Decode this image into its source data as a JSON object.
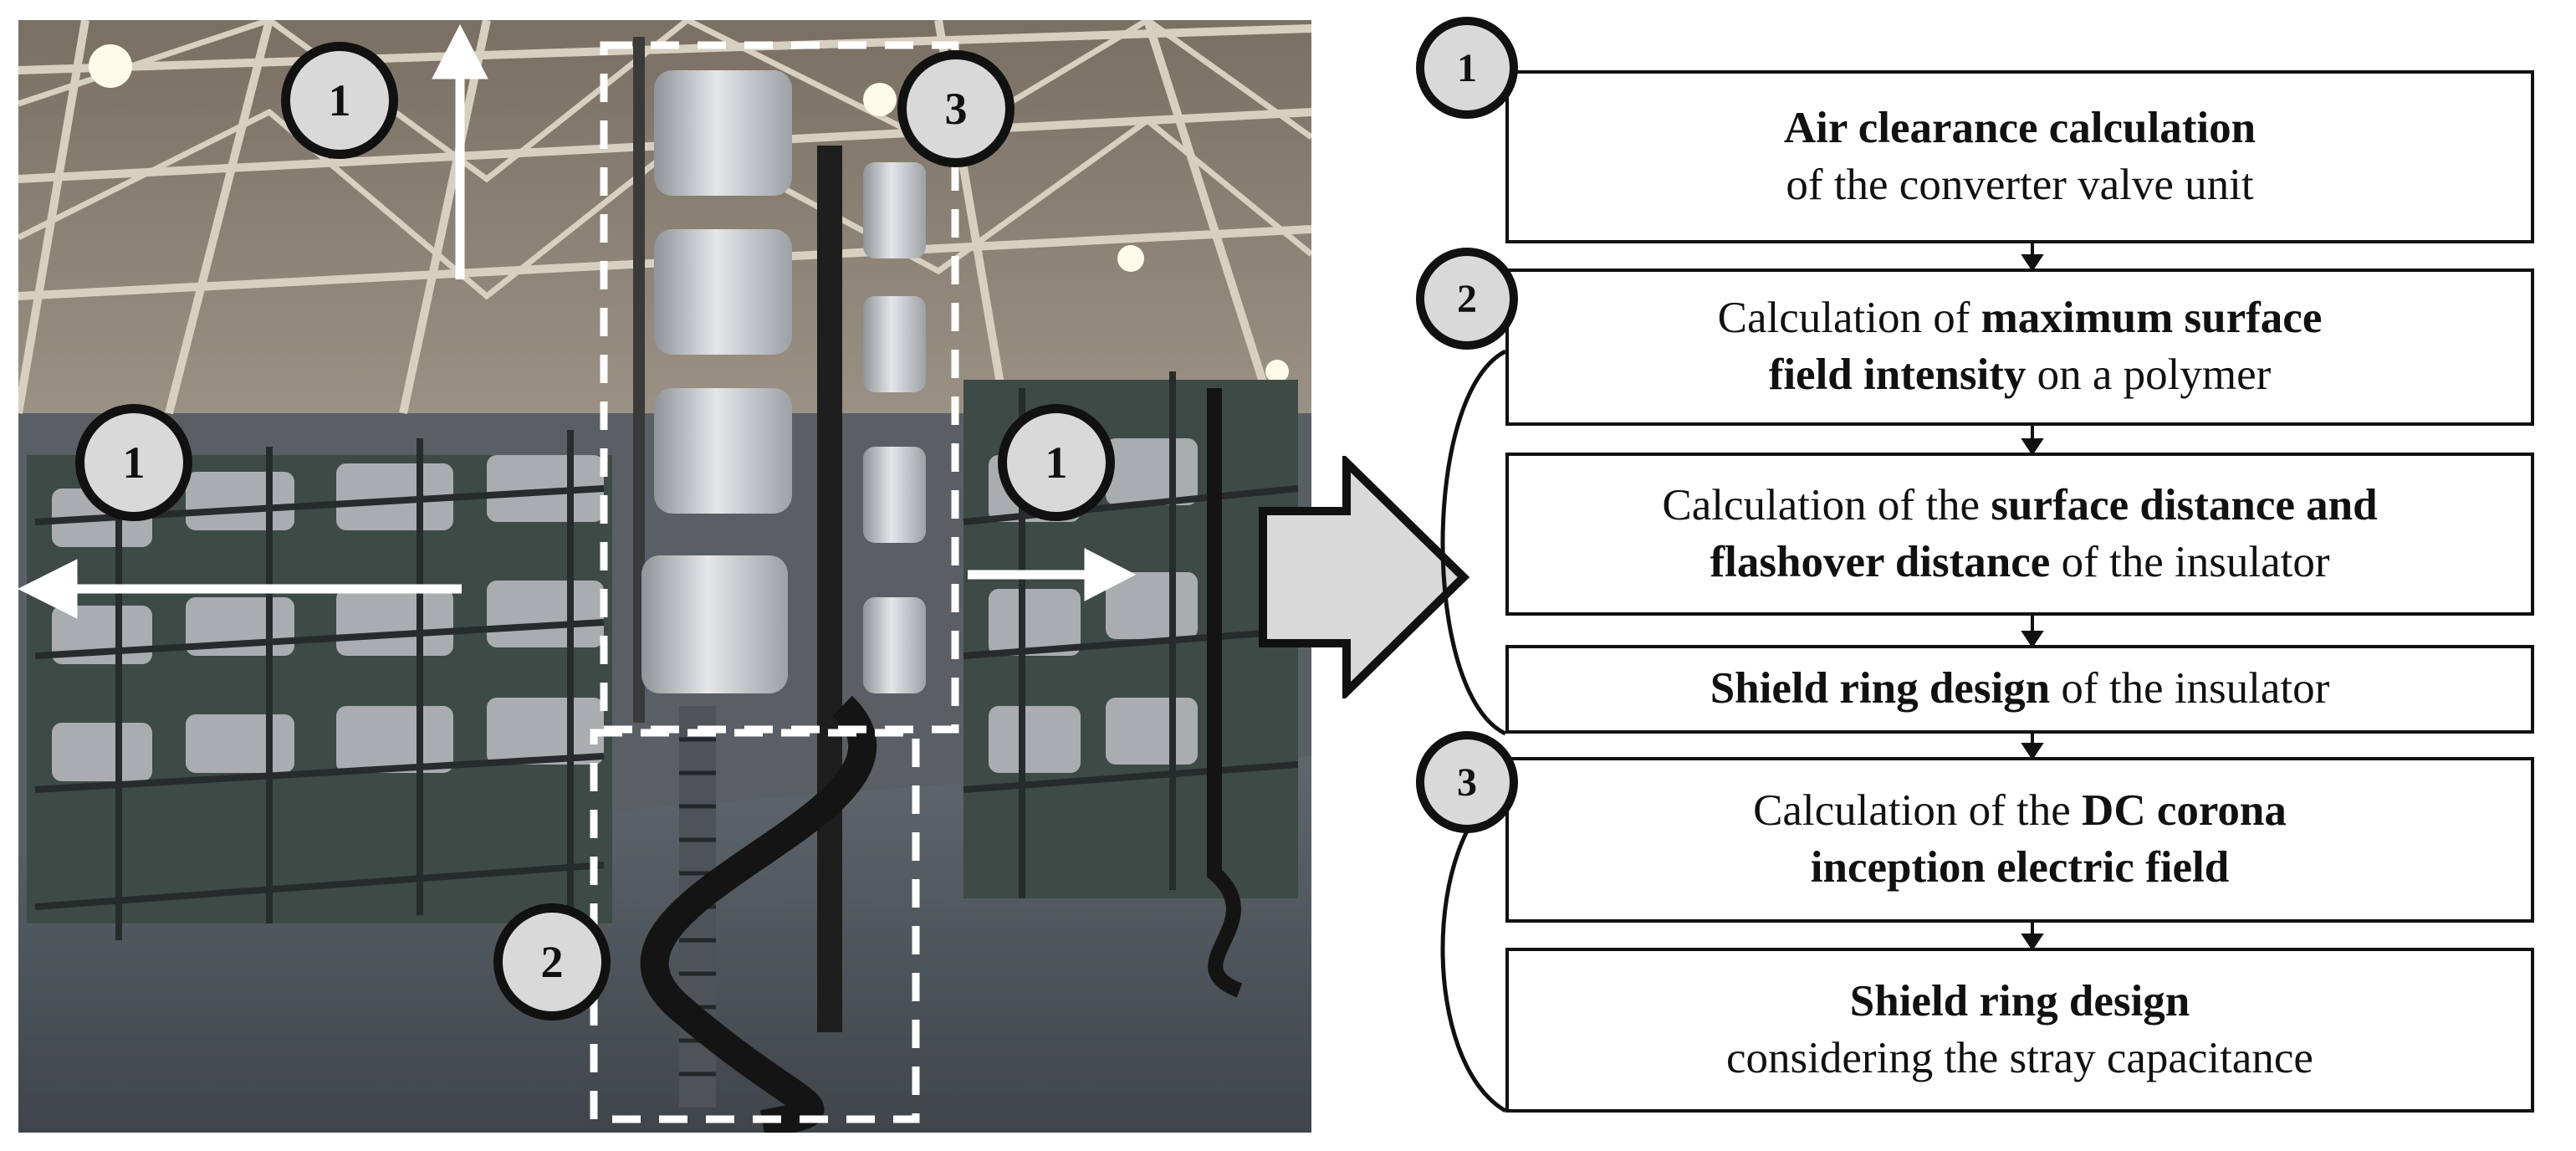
{
  "photo_badges": [
    "1",
    "1",
    "1",
    "2",
    "3"
  ],
  "flow_badges": [
    "1",
    "2",
    "3"
  ],
  "steps": [
    {
      "lines": [
        [
          {
            "t": "Air clearance calculation",
            "b": true
          }
        ],
        [
          {
            "t": "of the converter valve unit",
            "b": false
          }
        ]
      ]
    },
    {
      "lines": [
        [
          {
            "t": "Calculation of ",
            "b": false
          },
          {
            "t": "maximum surface",
            "b": true
          }
        ],
        [
          {
            "t": "field intensity",
            "b": true
          },
          {
            "t": " on a polymer",
            "b": false
          }
        ]
      ]
    },
    {
      "lines": [
        [
          {
            "t": "Calculation of the ",
            "b": false
          },
          {
            "t": "surface distance and",
            "b": true
          }
        ],
        [
          {
            "t": "flashover distance",
            "b": true
          },
          {
            "t": " of the insulator",
            "b": false
          }
        ]
      ]
    },
    {
      "lines": [
        [
          {
            "t": "Shield ring design",
            "b": true
          },
          {
            "t": " of the insulator",
            "b": false
          }
        ]
      ]
    },
    {
      "lines": [
        [
          {
            "t": "Calculation of the ",
            "b": false
          },
          {
            "t": "DC corona",
            "b": true
          }
        ],
        [
          {
            "t": "inception electric field",
            "b": true
          }
        ]
      ]
    },
    {
      "lines": [
        [
          {
            "t": "Shield ring design",
            "b": true
          }
        ],
        [
          {
            "t": "considering the stray capacitance",
            "b": false
          }
        ]
      ]
    }
  ]
}
